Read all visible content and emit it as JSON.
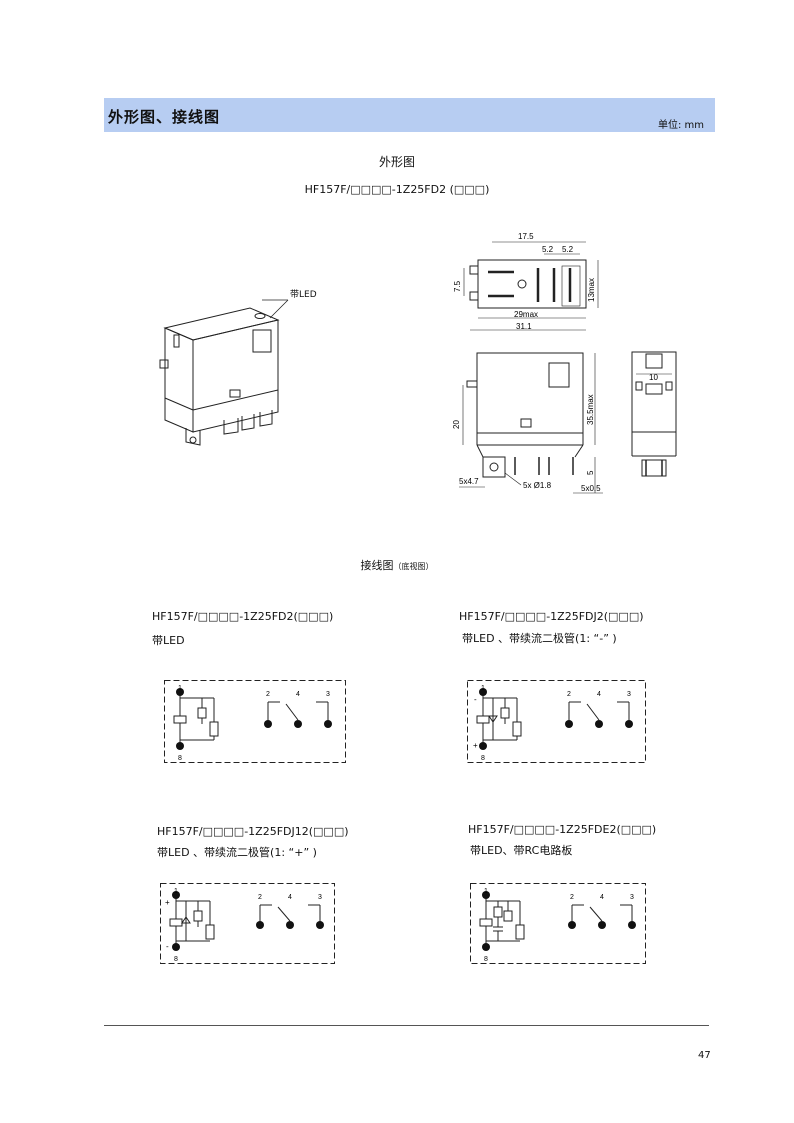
{
  "header": {
    "title": "外形图、接线图",
    "unit": "单位: mm"
  },
  "outline": {
    "title": "外形图",
    "model": "HF157F/□□□□-1Z25FD2 (□□□)",
    "led_label": "带LED",
    "dims": {
      "d17_5": "17.5",
      "d5_2a": "5.2",
      "d5_2b": "5.2",
      "d7_5": "7.5",
      "d13max": "13max",
      "d29max": "29max",
      "d31_1": "31.1",
      "d20": "20",
      "d35_5max": "35.5max",
      "d5": "5",
      "d10": "10",
      "d5x4_7": "5x4.7",
      "d5xdia": "5x Ø1.8",
      "d5x0_5": "5x0.5"
    }
  },
  "wiring": {
    "title": "接线图",
    "title_note": "（底视图）",
    "diagrams": [
      {
        "model": "HF157F/□□□□-1Z25FD2(□□□)",
        "desc": "带LED",
        "pins": [
          "1",
          "2",
          "4",
          "3",
          "8"
        ],
        "pol_top": "",
        "pol_bot": ""
      },
      {
        "model": "HF157F/□□□□-1Z25FDJ2(□□□)",
        "desc": "带LED 、带续流二极管(1: “-” )",
        "pins": [
          "1",
          "2",
          "4",
          "3",
          "8"
        ],
        "pol_top": "-",
        "pol_bot": "+"
      },
      {
        "model": "HF157F/□□□□-1Z25FDJ12(□□□)",
        "desc": "带LED 、带续流二极管(1: “+” )",
        "pins": [
          "1",
          "2",
          "4",
          "3",
          "8"
        ],
        "pol_top": "+",
        "pol_bot": "-"
      },
      {
        "model": "HF157F/□□□□-1Z25FDE2(□□□)",
        "desc": "带LED、带RC电路板",
        "pins": [
          "1",
          "2",
          "4",
          "3",
          "8"
        ],
        "pol_top": "",
        "pol_bot": ""
      }
    ]
  },
  "footer": {
    "page_number": "47"
  }
}
